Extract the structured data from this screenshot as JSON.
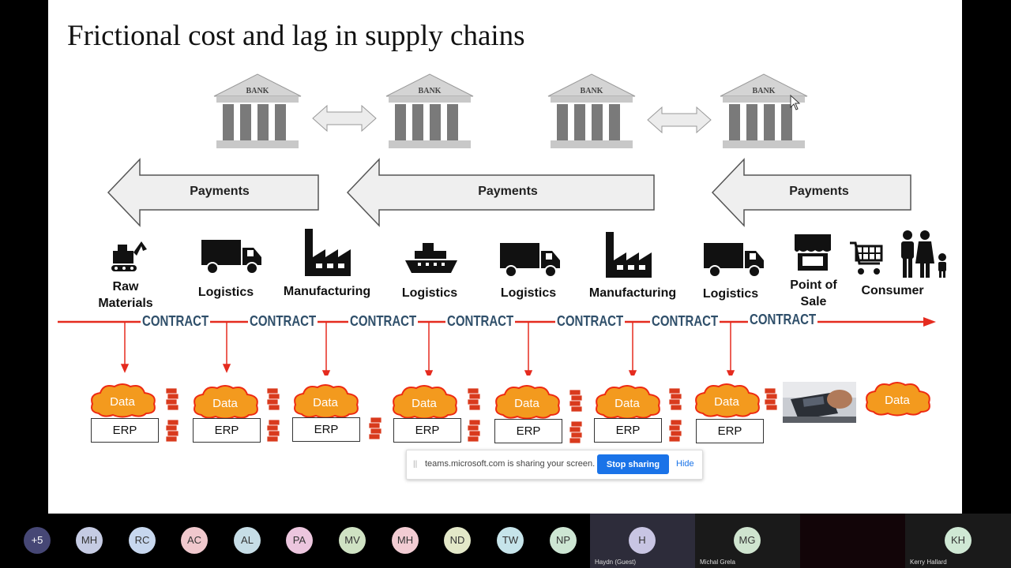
{
  "slide": {
    "title": "Frictional cost and lag in supply chains",
    "bank_label": "BANK",
    "payments": [
      "Payments",
      "Payments",
      "Payments"
    ],
    "stages": [
      "Raw\nMaterials",
      "Logistics",
      "Manufacturing",
      "Logistics",
      "Logistics",
      "Manufacturing",
      "Logistics",
      "Point of\nSale",
      "Consumer"
    ],
    "contract_label": "CONTRACT",
    "data_label": "Data",
    "erp_label": "ERP",
    "colors": {
      "timeline": "#e52b1f",
      "cloud": "#f39a1e",
      "cloud_stroke": "#ee2a12",
      "brick": "#d93a1d",
      "arrow_fill": "#efefef"
    }
  },
  "share_bar": {
    "text": "teams.microsoft.com is sharing your screen.",
    "stop_label": "Stop sharing",
    "hide_label": "Hide"
  },
  "participants": {
    "overflow": "+5",
    "avatars": [
      "MH",
      "RC",
      "AC",
      "AL",
      "PA",
      "MV",
      "MH",
      "ND",
      "TW",
      "NP"
    ],
    "video_tiles": [
      {
        "initials": "H",
        "name": "Haydn (Guest)"
      },
      {
        "initials": "MG",
        "name": "Michal Grela"
      },
      {
        "initials": "",
        "name": ""
      },
      {
        "initials": "KH",
        "name": "Kerry Hallard"
      }
    ]
  }
}
